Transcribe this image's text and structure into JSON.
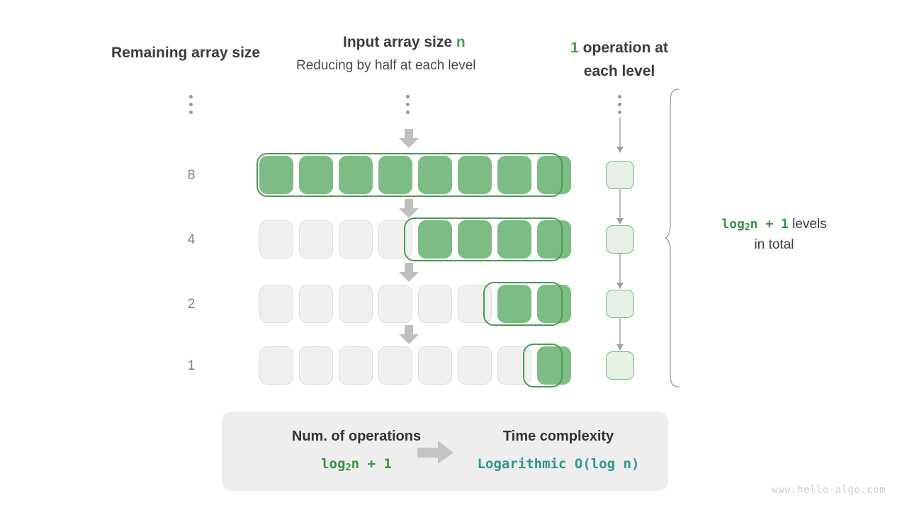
{
  "headers": {
    "left": "Remaining array size",
    "mid_prefix": "Input array size ",
    "mid_accent": "n",
    "mid_sub": "Reducing by half at each level",
    "right_accent": "1",
    "right_rest": " operation at",
    "right_line2": "each level"
  },
  "levels": [
    {
      "label": "8",
      "total_cells": 8,
      "filled_from": 0,
      "filled_count": 8
    },
    {
      "label": "4",
      "total_cells": 8,
      "filled_from": 4,
      "filled_count": 4
    },
    {
      "label": "2",
      "total_cells": 8,
      "filled_from": 6,
      "filled_count": 2
    },
    {
      "label": "1",
      "total_cells": 8,
      "filled_from": 7,
      "filled_count": 1
    }
  ],
  "operations": {
    "boxes_count": 4,
    "note_formula": "log",
    "note_sub": "2",
    "note_formula_rest": "n + 1",
    "note_text": "  levels",
    "note_line2": "in total"
  },
  "summary": {
    "left_title": "Num. of operations",
    "left_value_prefix": "log",
    "left_value_sub": "2",
    "left_value_rest": "n + 1",
    "right_title": "Time complexity",
    "right_value": "Logarithmic  O(log n)",
    "arrow_icon": "arrow-right-icon"
  },
  "watermark": "www.hello-algo.com",
  "colors": {
    "accent_green": "#4a9b54",
    "cell_fill": "#7ebc86",
    "cell_empty": "#f0f0f0",
    "op_fill": "#e6f1e4",
    "teal": "#2e9688",
    "panel_bg": "#eeeeee",
    "gray_arrow": "#c4c4c4",
    "label_gray": "#808080"
  },
  "icons": {
    "vertical-dots": "⋮",
    "down-arrow": "▼",
    "brace": "}"
  }
}
